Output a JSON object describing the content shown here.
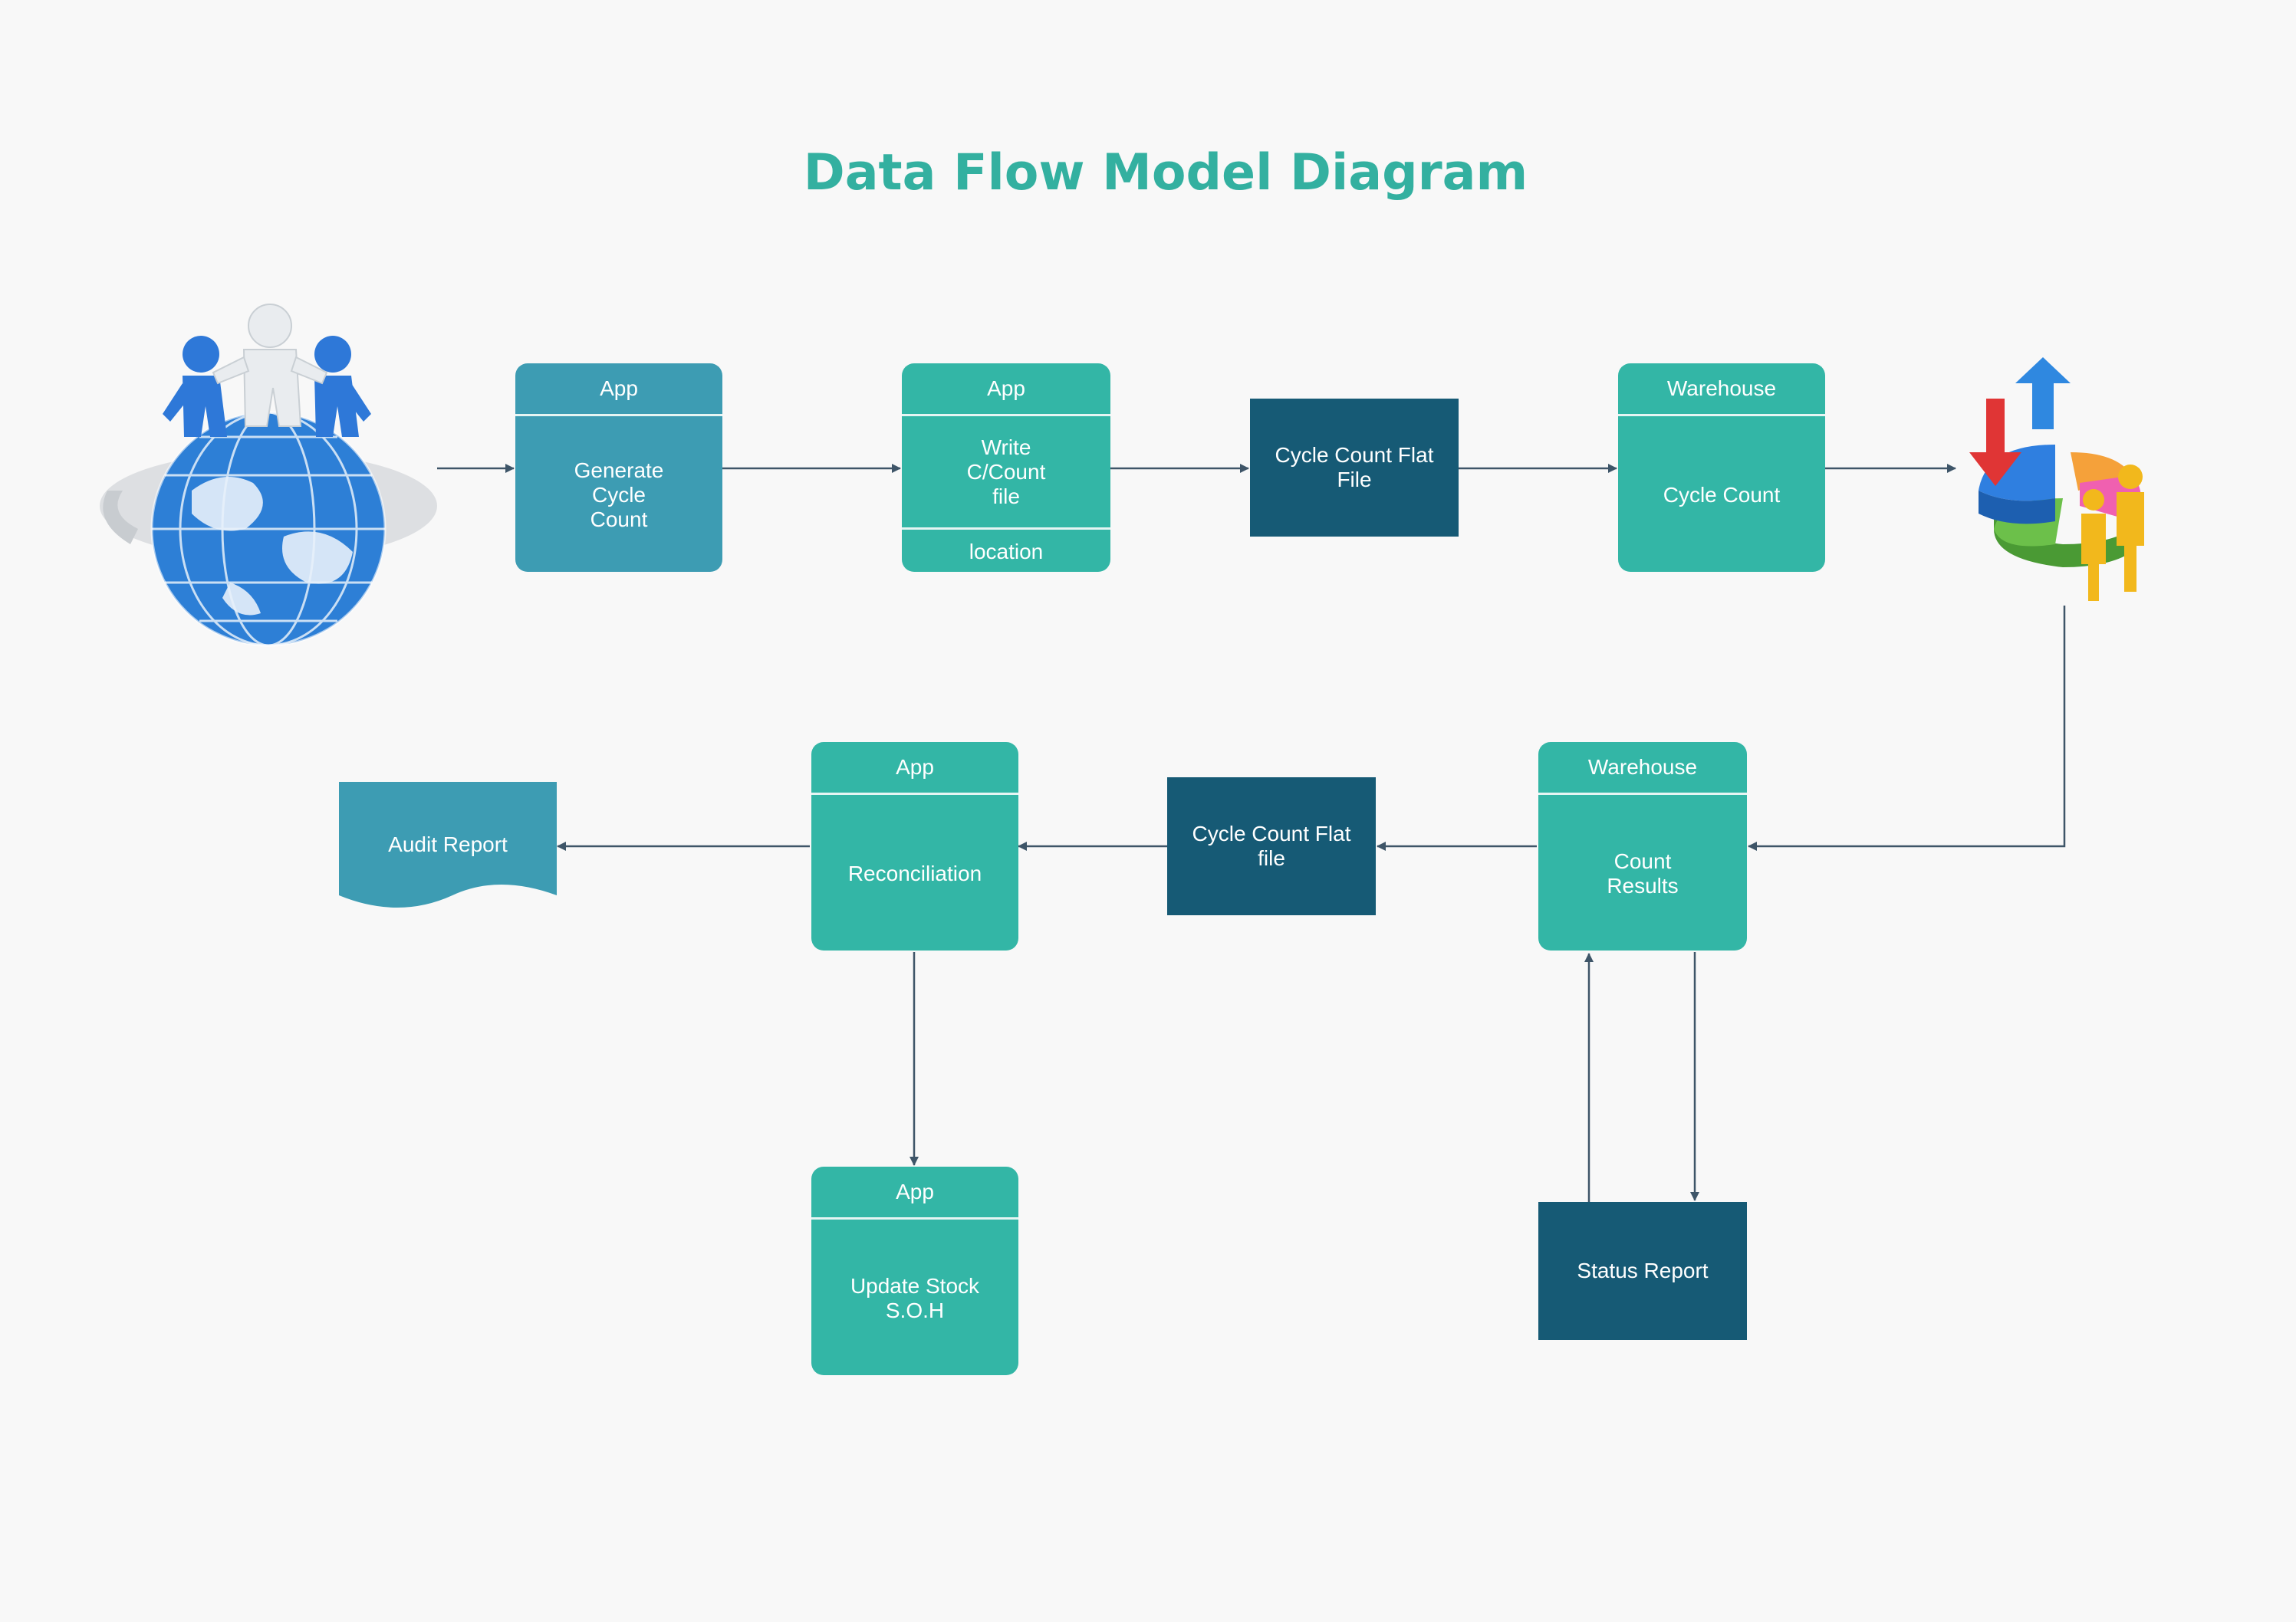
{
  "diagram": {
    "title": "Data Flow Model Diagram",
    "nodes": {
      "generate": {
        "header": "App",
        "body": "Generate\nCycle\nCount"
      },
      "write": {
        "header": "App",
        "body": "Write\nC/Count\nfile",
        "footer": "location"
      },
      "flatfile_top": {
        "body": "Cycle Count Flat\nFile"
      },
      "cyclecount": {
        "header": "Warehouse",
        "body": "Cycle Count"
      },
      "countresults": {
        "header": "Warehouse",
        "body": "Count\nResults"
      },
      "flatfile_bottom": {
        "body": "Cycle Count Flat\nfile"
      },
      "reconciliation": {
        "header": "App",
        "body": "Reconciliation"
      },
      "audit": {
        "body": "Audit Report"
      },
      "updatestock": {
        "header": "App",
        "body": "Update Stock\nS.O.H"
      },
      "status": {
        "body": "Status Report"
      }
    },
    "icons": [
      "globe-people-icon",
      "pie-chart-people-icon"
    ],
    "colors": {
      "title": "#33b0a0",
      "process": "#33b6a6",
      "process_alt": "#3d9cb3",
      "store": "#165a75",
      "arrow": "#3e5568"
    }
  }
}
